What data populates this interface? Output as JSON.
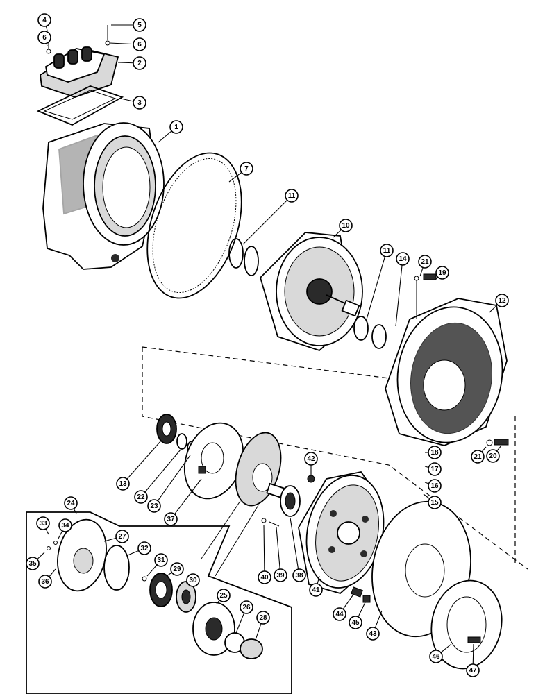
{
  "colors": {
    "ink": "#000000",
    "paper": "#ffffff",
    "shade": "#2a2a2a",
    "light": "#d9d9d9"
  },
  "callouts": [
    "1",
    "2",
    "3",
    "4",
    "5",
    "6",
    "6",
    "7",
    "10",
    "11",
    "11",
    "12",
    "13",
    "14",
    "15",
    "16",
    "17",
    "18",
    "19",
    "20",
    "21",
    "21",
    "22",
    "23",
    "24",
    "25",
    "26",
    "27",
    "28",
    "29",
    "30",
    "31",
    "32",
    "33",
    "34",
    "35",
    "36",
    "37",
    "38",
    "39",
    "40",
    "41",
    "42",
    "43",
    "44",
    "45",
    "46",
    "47"
  ]
}
